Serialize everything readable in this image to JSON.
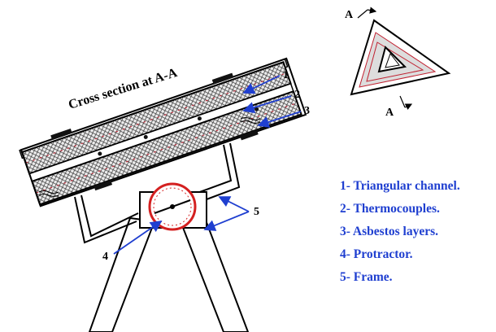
{
  "cross_section_title": "Cross section at A-A",
  "section_marks": {
    "top": "A",
    "bottom": "A"
  },
  "callouts": {
    "c1": "1",
    "c2": "2",
    "c3": "3",
    "c4": "4",
    "c5": "5"
  },
  "legend": [
    "1- Triangular channel.",
    "2- Thermocouples.",
    "3- Asbestos layers.",
    "4- Protractor.",
    "5- Frame."
  ],
  "colors": {
    "arrow": "#1f3fd0",
    "legend_text": "#1f3fd0",
    "protractor": "#d42020",
    "thermocouple": "#c02030"
  }
}
